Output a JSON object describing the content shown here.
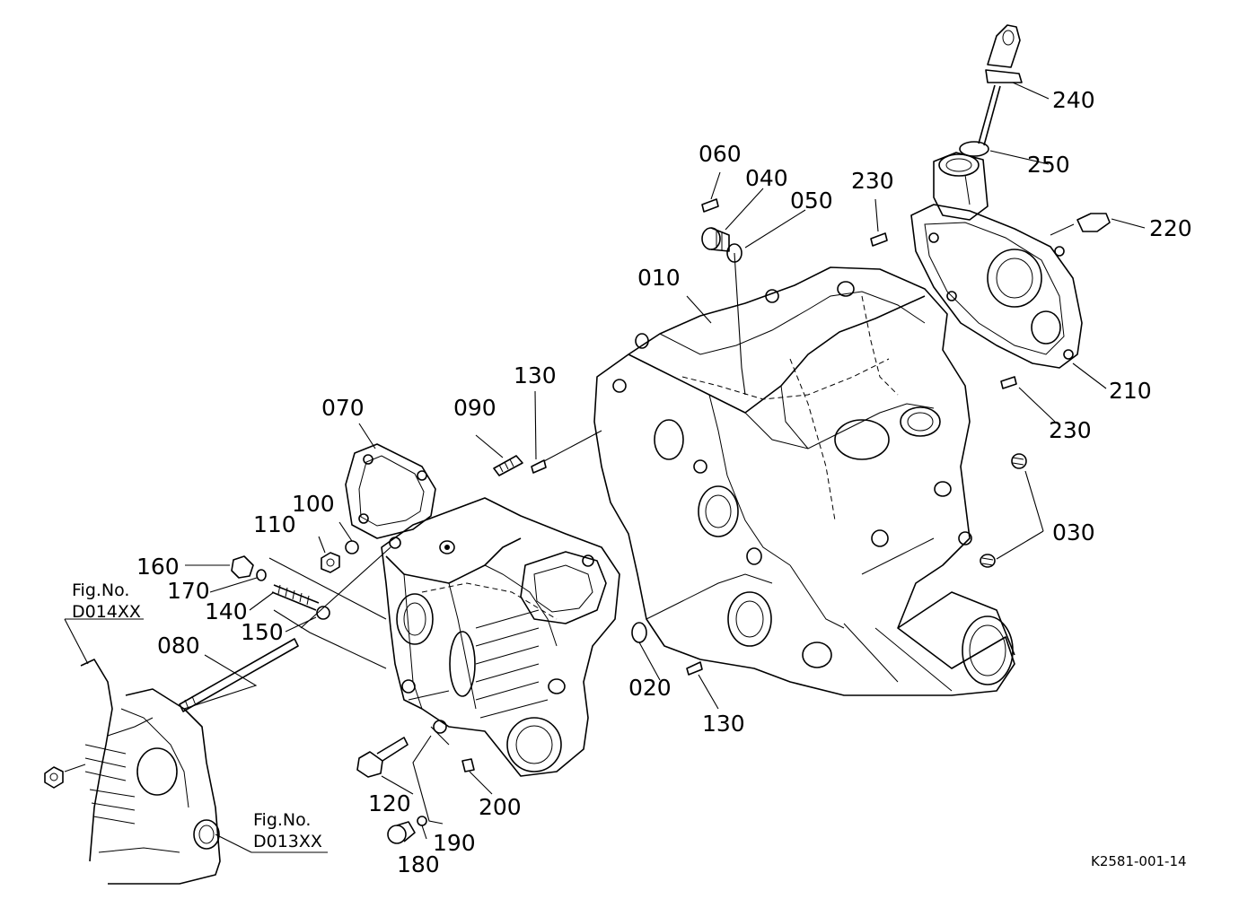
{
  "labels": {
    "p010": "010",
    "p020": "020",
    "p030": "030",
    "p040": "040",
    "p050": "050",
    "p060": "060",
    "p070": "070",
    "p080": "080",
    "p090": "090",
    "p100": "100",
    "p110": "110",
    "p120": "120",
    "p130a": "130",
    "p130b": "130",
    "p140": "140",
    "p150": "150",
    "p160": "160",
    "p170": "170",
    "p180": "180",
    "p190": "190",
    "p200": "200",
    "p210": "210",
    "p220": "220",
    "p230a": "230",
    "p230b": "230",
    "p240": "240",
    "p250": "250"
  },
  "figrefs": {
    "ref1_title": "Fig.No.",
    "ref1_code": "D014XX",
    "ref2_title": "Fig.No.",
    "ref2_code": "D013XX"
  },
  "drawing_code": "K2581-001-14"
}
